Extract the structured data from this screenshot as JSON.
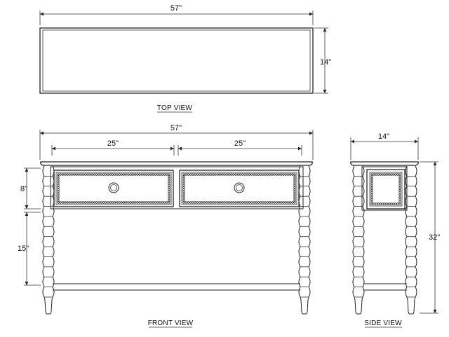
{
  "top_view": {
    "label": "TOP VIEW",
    "width_dim": "57\"",
    "depth_dim": "14\""
  },
  "front_view": {
    "label": "FRONT VIEW",
    "width_dim": "57\"",
    "drawer_left_dim": "25\"",
    "drawer_right_dim": "25\"",
    "drawer_height_dim": "8\"",
    "lower_height_dim": "15\""
  },
  "side_view": {
    "label": "SIDE VIEW",
    "depth_dim": "14\"",
    "height_dim": "32\""
  }
}
